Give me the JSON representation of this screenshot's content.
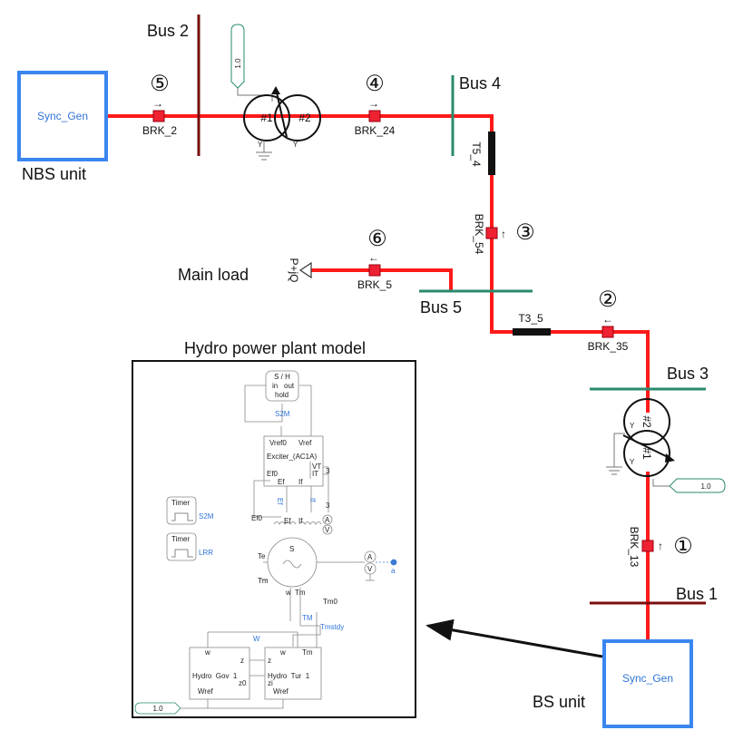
{
  "buses": {
    "bus1": "Bus 1",
    "bus2": "Bus 2",
    "bus3": "Bus 3",
    "bus4": "Bus 4",
    "bus5": "Bus 5"
  },
  "generators": {
    "nbs_block": "Sync_Gen",
    "nbs_label": "NBS unit",
    "bs_block": "Sync_Gen",
    "bs_label": "BS unit"
  },
  "breakers": {
    "brk_2": "BRK_2",
    "brk_24": "BRK_24",
    "brk_54": "BRK_54",
    "brk_5": "BRK_5",
    "brk_35": "BRK_35",
    "brk_13": "BRK_13"
  },
  "arrows": {
    "right": "→",
    "left": "←",
    "up": "↑"
  },
  "sequence": {
    "n1": "①",
    "n2": "②",
    "n3": "③",
    "n4": "④",
    "n5": "⑤",
    "n6": "⑥"
  },
  "transformers": {
    "w1": "#1",
    "w2": "#2",
    "tap_top": "1.0",
    "tap_right": "1.0"
  },
  "lines": {
    "t5_4": "T5_4",
    "t3_5": "T3_5"
  },
  "load": {
    "name": "Main load",
    "symbol": "P+jQ"
  },
  "hydro": {
    "title": "Hydro power plant model",
    "sh_title": "S / H",
    "sh_in": "in",
    "sh_out": "out",
    "sh_hold": "hold",
    "s2m": "S2M",
    "exc_vref0": "Vref0",
    "exc_vref": "Vref",
    "exc_name": "Exciter_(AC1A)",
    "exc_ef0": "Ef0",
    "exc_ef": "Ef",
    "exc_if": "If",
    "exc_vt": "VT",
    "exc_it": "IT",
    "num3": "3",
    "ef0_side": "Ef0",
    "ef_mid": "Ef",
    "if_mid": "If",
    "ef_blue": "Ef",
    "if_blue": "If",
    "timer": "Timer",
    "s2m_timer": "S2M",
    "lrr": "LRR",
    "te": "Te",
    "tm": "Tm",
    "s": "S",
    "w_gen": "w",
    "tm_gen": "Tm",
    "tm0": "Tm0",
    "tm_blue": "TM",
    "tmstdy": "Tmstdy",
    "w_blue": "W",
    "a_meter": "A",
    "v_meter": "V",
    "a_label": "a",
    "gov_w": "w",
    "gov_z": "z",
    "gov_name": "Hydro  Gov  1",
    "gov_z0": "z0",
    "gov_wref": "Wref",
    "tur_w": "w",
    "tur_tm": "Tm",
    "tur_z": "z",
    "tur_name": "Hydro  Tur  1",
    "tur_zi": "zi",
    "tur_wref": "Wref",
    "const": "1.0"
  },
  "colors": {
    "line_red": "#ff1a1a",
    "bus_darkred": "#7a0d0d",
    "bus_green": "#2a8a6e",
    "gen_blue": "#3a86f0",
    "breaker_fill": "#ee2233"
  }
}
